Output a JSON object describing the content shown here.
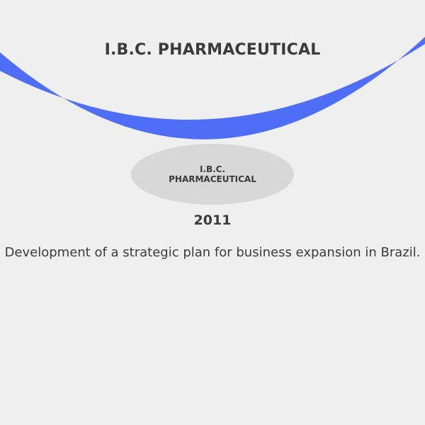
{
  "header": {
    "title": "I.B.C. PHARMACEUTICAL"
  },
  "badge": {
    "label": "I.B.C. PHARMACEUTICAL"
  },
  "timeline": {
    "year": "2011",
    "description": "Development of a strategic plan for business expansion in Brazil."
  },
  "colors": {
    "background": "#efefef",
    "accent": "#4f6ef7",
    "badge": "#d8d8d8",
    "text": "#3b3b3b"
  }
}
